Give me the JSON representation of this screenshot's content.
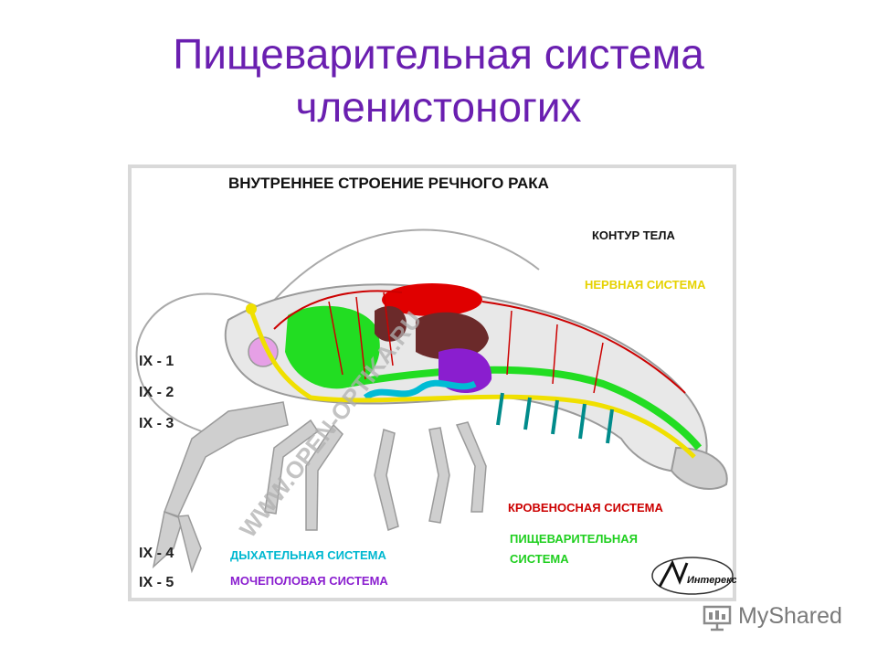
{
  "slide": {
    "title_line1": "Пищеварительная система",
    "title_line2": "членистоногих"
  },
  "figure": {
    "heading": "ВНУТРЕННЕЕ СТРОЕНИЕ РЕЧНОГО РАКА",
    "labels": {
      "body_contour": "КОНТУР ТЕЛА",
      "nervous": "НЕРВНАЯ СИСТЕМА",
      "circulatory": "КРОВЕНОСНАЯ СИСТЕМА",
      "digestive_line1": "ПИЩЕВАРИТЕЛЬНАЯ",
      "digestive_line2": "СИСТЕМА",
      "respiratory": "ДЫХАТЕЛЬНАЯ СИСТЕМА",
      "urogenital": "МОЧЕПОЛОВАЯ СИСТЕМА"
    },
    "legs": [
      "IX - 1",
      "IX - 2",
      "IX - 3",
      "IX - 4",
      "IX - 5"
    ],
    "watermark": "WWW.OPEN-OPTIKA.RU",
    "publisher_logo": "Интерекс",
    "colors": {
      "nervous": "#f0e000",
      "circulatory": "#cc0000",
      "digestive": "#22dd22",
      "respiratory": "#00bcd4",
      "urogenital": "#8a1ecf",
      "organs": "#6b2a2a",
      "heart": "#e00000"
    }
  },
  "branding": {
    "text": "MyShared",
    "icon": "presentation-board-icon"
  }
}
